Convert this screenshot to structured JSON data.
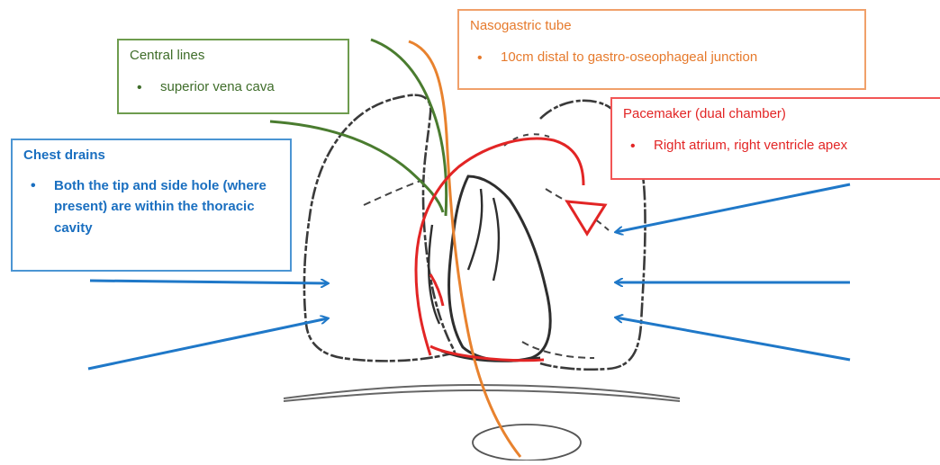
{
  "central_lines": {
    "title": "Central lines",
    "items": [
      "superior vena cava"
    ],
    "color": "#4a7c2f"
  },
  "nasogastric_tube": {
    "title": "Nasogastric tube",
    "items": [
      "10cm distal to gastro-oseophageal junction"
    ],
    "color": "#e8822e"
  },
  "pacemaker": {
    "title": "Pacemaker (dual chamber)",
    "items": [
      "Right atrium, right ventricle apex"
    ],
    "color": "#e22525"
  },
  "chest_drains": {
    "title": "Chest drains",
    "items": [
      "Both the tip and side hole (where present) are within the thoracic cavity"
    ],
    "color": "#1f78c8"
  }
}
